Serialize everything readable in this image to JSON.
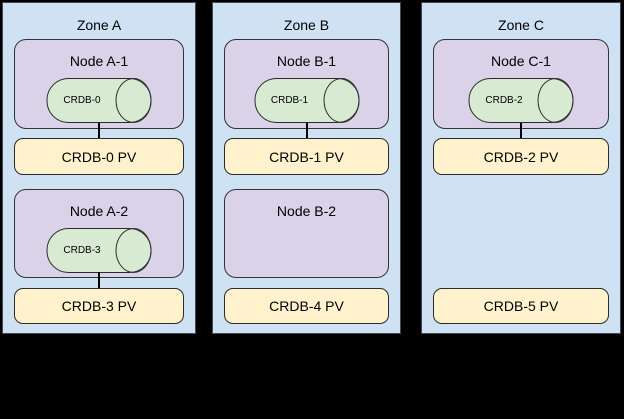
{
  "colors": {
    "background": "#000000",
    "zone_fill": "#cfe2f3",
    "zone_border": "#3f4a55",
    "node_fill": "#d9d2e9",
    "pod_fill": "#d9ead3",
    "pv_fill": "#fff2cc",
    "text": "#000000"
  },
  "zones": [
    {
      "title": "Zone A",
      "slots": [
        {
          "node": {
            "title": "Node A-1",
            "pod": "CRDB-0"
          },
          "connector": true,
          "pv": "CRDB-0 PV"
        },
        {
          "node": {
            "title": "Node A-2",
            "pod": "CRDB-3"
          },
          "connector": true,
          "pv": "CRDB-3 PV"
        }
      ]
    },
    {
      "title": "Zone B",
      "slots": [
        {
          "node": {
            "title": "Node B-1",
            "pod": "CRDB-1"
          },
          "connector": true,
          "pv": "CRDB-1 PV"
        },
        {
          "node": {
            "title": "Node B-2",
            "pod": null
          },
          "connector": false,
          "pv": "CRDB-4 PV"
        }
      ]
    },
    {
      "title": "Zone C",
      "slots": [
        {
          "node": {
            "title": "Node C-1",
            "pod": "CRDB-2"
          },
          "connector": true,
          "pv": "CRDB-2 PV"
        },
        {
          "node": null,
          "connector": false,
          "pv": "CRDB-5 PV"
        }
      ]
    }
  ]
}
